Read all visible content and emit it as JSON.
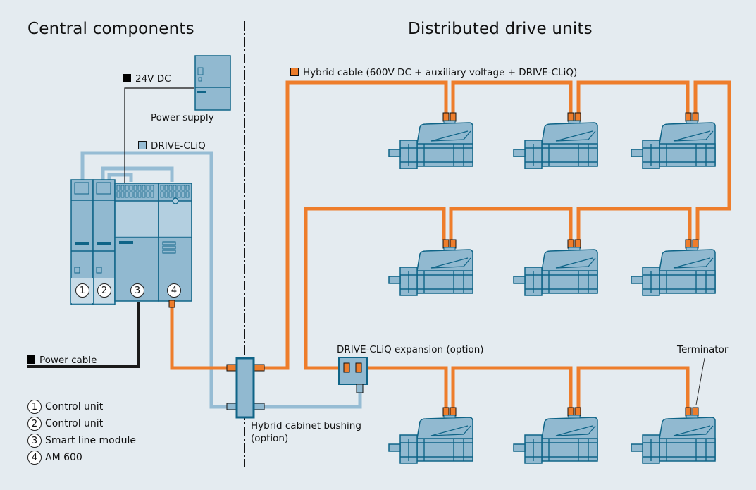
{
  "headings": {
    "left": "Central components",
    "right": "Distributed drive units"
  },
  "labels": {
    "dc24": "24V DC",
    "power_supply": "Power supply",
    "drive_cliq": "DRIVE-CLiQ",
    "hybrid_cable": "Hybrid cable (600V DC + auxiliary voltage + DRIVE-CLiQ)",
    "power_cable": "Power cable",
    "expansion": "DRIVE-CLiQ expansion (option)",
    "bushing_line1": "Hybrid cabinet bushing",
    "bushing_line2": "(option)",
    "terminator": "Terminator"
  },
  "module_numbers": [
    "1",
    "2",
    "3",
    "4"
  ],
  "legend": [
    {
      "num": "1",
      "text": "Control unit"
    },
    {
      "num": "2",
      "text": "Control unit"
    },
    {
      "num": "3",
      "text": "Smart line module"
    },
    {
      "num": "4",
      "text": "AM 600"
    }
  ],
  "colors": {
    "background": "#e4ebf0",
    "hybrid": "#ee7d2b",
    "drive_cliq": "#96bcd4",
    "device_fill": "#91b9d0",
    "device_stroke": "#0f6487",
    "power": "#1a1a1a"
  },
  "motors": {
    "rows": 3,
    "per_row": 3
  }
}
